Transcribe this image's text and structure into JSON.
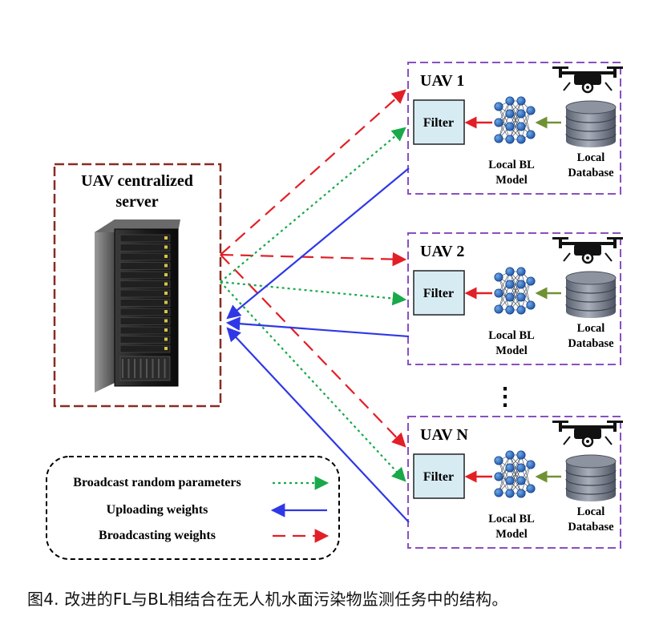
{
  "server": {
    "title_line1": "UAV centralized",
    "title_line2": "server"
  },
  "uavs": [
    {
      "name": "UAV 1",
      "filter": "Filter",
      "model_line1": "Local BL",
      "model_line2": "Model",
      "db_line1": "Local",
      "db_line2": "Database"
    },
    {
      "name": "UAV 2",
      "filter": "Filter",
      "model_line1": "Local BL",
      "model_line2": "Model",
      "db_line1": "Local",
      "db_line2": "Database"
    },
    {
      "name": "UAV N",
      "filter": "Filter",
      "model_line1": "Local BL",
      "model_line2": "Model",
      "db_line1": "Local",
      "db_line2": "Database"
    }
  ],
  "ellipsis": "⋮",
  "legend": [
    {
      "label": "Broadcast random parameters",
      "color": "#19a94a",
      "style": "dotted"
    },
    {
      "label": "Uploading weights",
      "color": "#2f38e6",
      "style": "solid"
    },
    {
      "label": "Broadcasting weights",
      "color": "#e21f26",
      "style": "dashed"
    }
  ],
  "caption": "图4. 改进的FL与BL相结合在无人机水面污染物监测任务中的结构。",
  "colors": {
    "server_border": "#8b2a22",
    "uav_border": "#8a4fc0",
    "filter_fill": "#d7ebf3",
    "red": "#e21f26",
    "green": "#19a94a",
    "blue": "#2f38e6",
    "olive": "#6f9134"
  }
}
